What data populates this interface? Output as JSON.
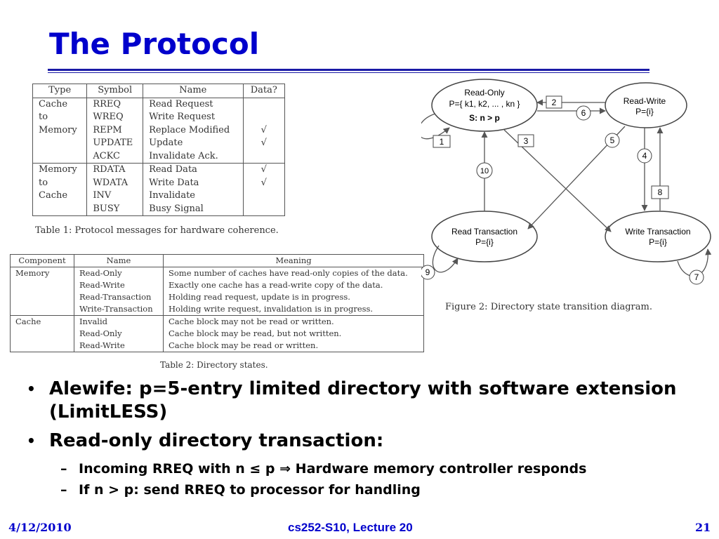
{
  "slide": {
    "title": "The Protocol"
  },
  "table1": {
    "headers": [
      "Type",
      "Symbol",
      "Name",
      "Data?"
    ],
    "groups": [
      {
        "type_lines": [
          "Cache",
          "to",
          "Memory"
        ],
        "rows": [
          {
            "symbol": "RREQ",
            "name": "Read Request",
            "data": ""
          },
          {
            "symbol": "WREQ",
            "name": "Write Request",
            "data": ""
          },
          {
            "symbol": "REPM",
            "name": "Replace Modified",
            "data": "√"
          },
          {
            "symbol": "UPDATE",
            "name": "Update",
            "data": "√"
          },
          {
            "symbol": "ACKC",
            "name": "Invalidate Ack.",
            "data": ""
          }
        ]
      },
      {
        "type_lines": [
          "Memory",
          "to",
          "Cache"
        ],
        "rows": [
          {
            "symbol": "RDATA",
            "name": "Read Data",
            "data": "√"
          },
          {
            "symbol": "WDATA",
            "name": "Write Data",
            "data": "√"
          },
          {
            "symbol": "INV",
            "name": "Invalidate",
            "data": ""
          },
          {
            "symbol": "BUSY",
            "name": "Busy Signal",
            "data": ""
          }
        ]
      }
    ],
    "caption": "Table 1: Protocol messages for hardware coherence."
  },
  "table2": {
    "headers": [
      "Component",
      "Name",
      "Meaning"
    ],
    "groups": [
      {
        "component": "Memory",
        "rows": [
          {
            "name": "Read-Only",
            "meaning": "Some number of caches have read-only copies of the data."
          },
          {
            "name": "Read-Write",
            "meaning": "Exactly one cache has a read-write copy of the data."
          },
          {
            "name": "Read-Transaction",
            "meaning": "Holding read request, update is in progress."
          },
          {
            "name": "Write-Transaction",
            "meaning": "Holding write request, invalidation is in progress."
          }
        ]
      },
      {
        "component": "Cache",
        "rows": [
          {
            "name": "Invalid",
            "meaning": "Cache block may not be read or written."
          },
          {
            "name": "Read-Only",
            "meaning": "Cache block may be read, but not written."
          },
          {
            "name": "Read-Write",
            "meaning": "Cache block may be read or written."
          }
        ]
      }
    ],
    "caption": "Table 2: Directory states."
  },
  "diagram": {
    "caption": "Figure 2: Directory state transition diagram.",
    "states": {
      "read_only": {
        "title": "Read-Only",
        "line2": "P={ k1, k2, ... , kn }",
        "line3": "S: n > p"
      },
      "read_write": {
        "title": "Read-Write",
        "line2": "P={i}"
      },
      "read_transaction": {
        "title": "Read Transaction",
        "line2": "P={i}"
      },
      "write_transaction": {
        "title": "Write Transaction",
        "line2": "P={i}"
      }
    },
    "transition_labels": {
      "t1": "1",
      "t2": "2",
      "t3": "3",
      "t4": "4",
      "t5": "5",
      "t6": "6",
      "t7": "7",
      "t8": "8",
      "t9": "9",
      "t10": "10"
    }
  },
  "bullets": {
    "b1": "Alewife: p=5-entry limited directory with software extension (LimitLESS)",
    "b2": "Read-only directory transaction:",
    "s1": "Incoming RREQ with n ≤ p ⇒ Hardware memory controller responds",
    "s2": "If n > p: send RREQ to processor for handling"
  },
  "footer": {
    "date": "4/12/2010",
    "course": "cs252-S10, Lecture 20",
    "page": "21"
  }
}
